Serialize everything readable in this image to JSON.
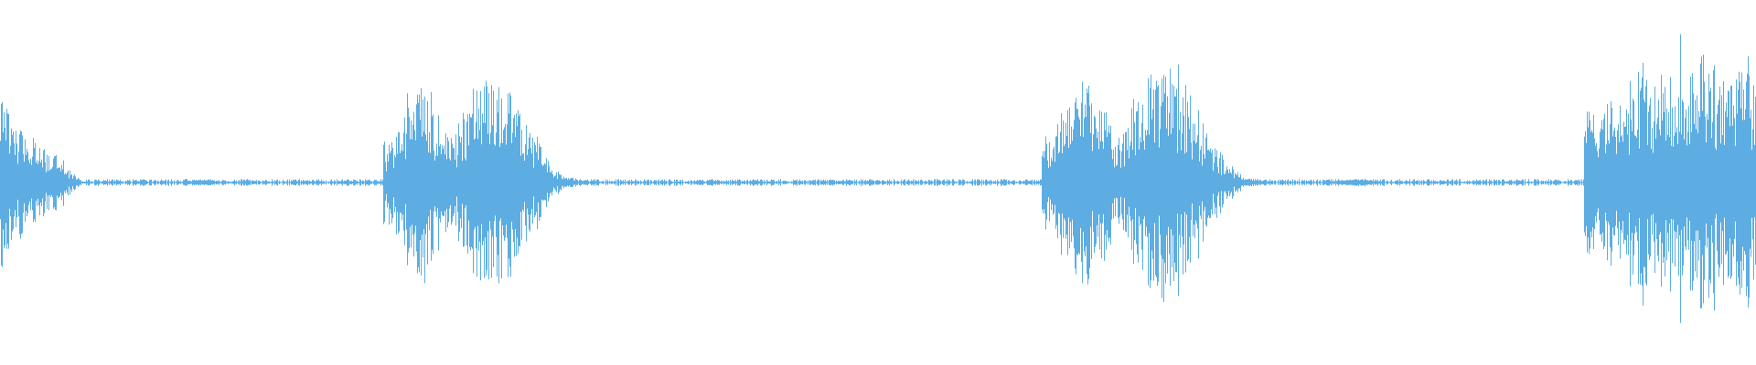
{
  "waveform": {
    "color": "#5DADE2",
    "background": "#ffffff",
    "seed": 17,
    "baseline_noise": 0.02,
    "segments": [
      {
        "start": 0.0,
        "end": 0.047,
        "amp": 0.55,
        "envelope": "decay",
        "density": 0.9
      },
      {
        "start": 0.1,
        "end": 0.13,
        "amp": 0.03,
        "envelope": "hump",
        "density": 0.6
      },
      {
        "start": 0.218,
        "end": 0.34,
        "amp": 0.75,
        "envelope": "double",
        "density": 0.9
      },
      {
        "start": 0.425,
        "end": 0.435,
        "amp": 0.025,
        "envelope": "hump",
        "density": 0.5
      },
      {
        "start": 0.593,
        "end": 0.728,
        "amp": 0.72,
        "envelope": "double",
        "density": 0.95
      },
      {
        "start": 0.755,
        "end": 0.79,
        "amp": 0.035,
        "envelope": "hump",
        "density": 0.5
      },
      {
        "start": 0.902,
        "end": 1.0,
        "amp": 0.78,
        "envelope": "rise",
        "density": 0.95
      }
    ]
  }
}
